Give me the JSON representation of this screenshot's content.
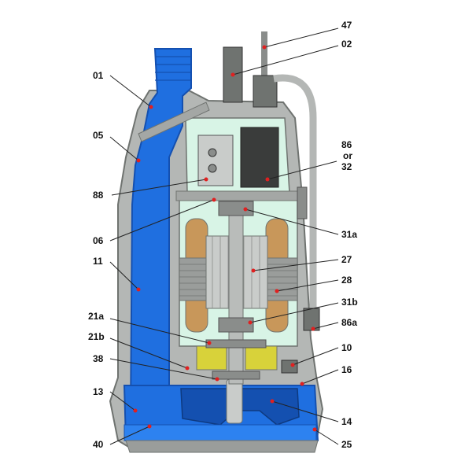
{
  "colors": {
    "water": "#1f6fe0",
    "water_dark": "#1450b0",
    "casing": "#b4b7b5",
    "casing_edge": "#6f7370",
    "chamber": "#d8f4e6",
    "winding": "#c8975a",
    "stator": "#9a9d9b",
    "oil": "#d8d23a",
    "marker": "#e02020"
  },
  "labels": {
    "p47": "47",
    "p02": "02",
    "p01": "01",
    "p05": "05",
    "p86": "86",
    "p86_or": "or",
    "p86_32": "32",
    "p88": "88",
    "p06": "06",
    "p31a": "31a",
    "p11": "11",
    "p27": "27",
    "p28": "28",
    "p31b": "31b",
    "p21a": "21a",
    "p86a": "86a",
    "p21b": "21b",
    "p10": "10",
    "p38": "38",
    "p16": "16",
    "p13": "13",
    "p14": "14",
    "p40": "40",
    "p25": "25"
  }
}
